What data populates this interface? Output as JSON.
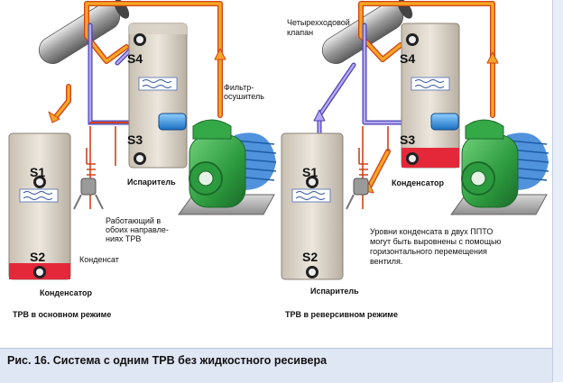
{
  "left_diagram": {
    "mode_label": "ТРВ в основном режиме",
    "ports": [
      "S1",
      "S2",
      "S3",
      "S4"
    ],
    "labels": {
      "filter_drier": [
        "Фильтр-",
        "осушитель"
      ],
      "evaporator": "Испаритель",
      "trv_note": [
        "Работающий в",
        "обоих направле-",
        "ниях ТРВ"
      ],
      "condensate": "Конденсат",
      "condenser": "Конденсатор"
    }
  },
  "right_diagram": {
    "mode_label": "ТРВ в реверсивном режиме",
    "ports": [
      "S1",
      "S2",
      "S3",
      "S4"
    ],
    "labels": {
      "four_way_valve": [
        "Четырехходовой",
        "клапан"
      ],
      "condenser": "Конденсатор",
      "note": [
        "Уровни конденсата в двух ППТО",
        "могут быть выровнены с помощью",
        "горизонтального перемещения",
        "вентиля."
      ],
      "evaporator": "Испаритель"
    }
  },
  "caption": "Рис. 16. Система с одним ТРВ без жидкостного ресивера",
  "colors": {
    "hot_line": "#f5a623",
    "hot_line_border": "#d0421b",
    "cold_line": "#7b6fd6",
    "compressor": "#2c9a3e",
    "motor_fins": "#3e86d8",
    "condensate": "#e4283a",
    "caption_band": "#dfe6f4"
  }
}
